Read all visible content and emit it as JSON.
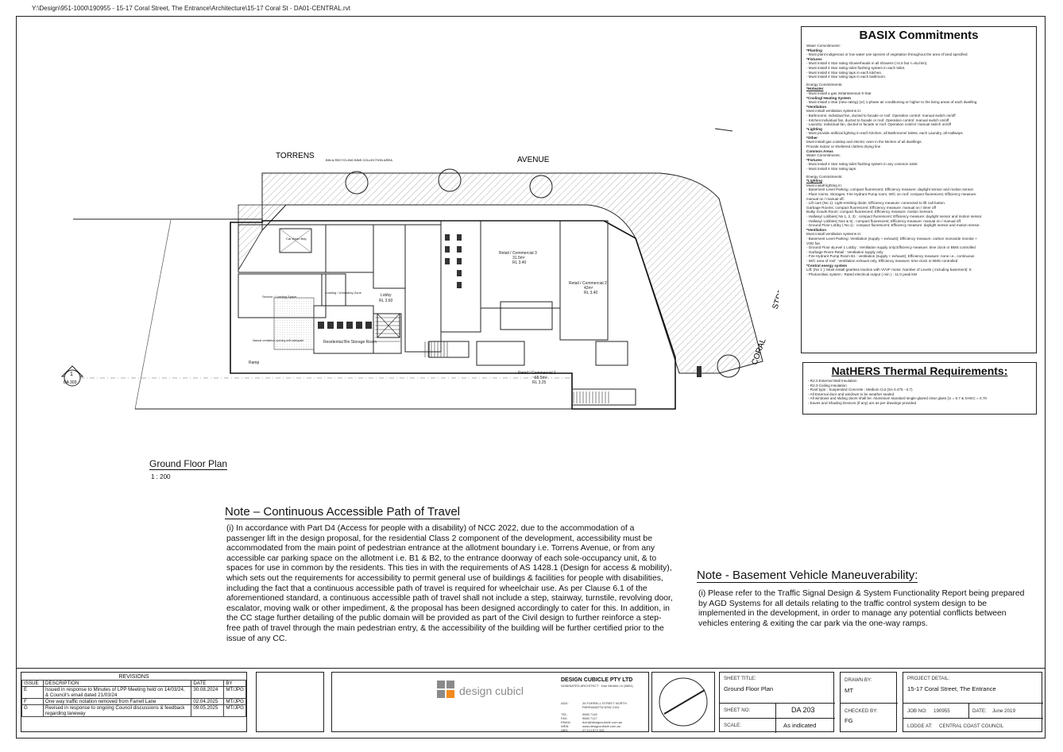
{
  "file_path": "Y:\\Design\\951-1000\\190955 - 15-17 Coral Street, The Entrance\\Architecture\\15-17 Coral St - DA01-CENTRAL.rvt",
  "plan": {
    "street_torrens": "TORRENS",
    "street_avenue": "AVENUE",
    "street_street": "STREET",
    "street_coral": "CORAL",
    "bin_area": "BIN & RECYCLING BINS COLLECTION AREA",
    "section_marker_num": "1",
    "section_marker_ref": "DA 303",
    "rooms": {
      "retail3": "Retail / Commercial 3",
      "retail3_area": "31.5m²",
      "retail3_rl": "RL 3.40",
      "retail2": "Retail / Commercial 2",
      "retail2_area": "42m²",
      "retail2_rl": "RL 3.40",
      "retail1": "Retail / Commercial 1",
      "retail1_area": "~65.5m²",
      "retail1_rl": "RL 3.25",
      "lobby": "Lobby",
      "lobby_rl": "RL 3.60",
      "storage": "Residential Bin Storage Room",
      "loading": "Loading / Unloading Zone",
      "service": "Service / Loading Space",
      "carwash": "Car Wash Bay",
      "ramp": "Ramp",
      "natural_ventilation": "Natural ventilation opening with adequate"
    }
  },
  "drawing": {
    "title": "Ground Floor Plan",
    "scale": "1 : 200"
  },
  "basix": {
    "title": "BASIX Commitments",
    "lines": [
      {
        "t": "Water Commitments:",
        "s": "n"
      },
      {
        "t": "*Planting",
        "s": "h"
      },
      {
        "t": "- Must plant indigenous or low water use species of vegetation throughout the area of land specified",
        "s": "n"
      },
      {
        "t": "*Fixtures",
        "s": "h"
      },
      {
        "t": "- Must install 4 Star rating showerheads in all showers (>4.5 but <=6L/min).",
        "s": "n"
      },
      {
        "t": "- Must install 4 Star rating toilet flushing system in each toilet.",
        "s": "n"
      },
      {
        "t": "- Must install 4 Star rating taps in each kitchen.",
        "s": "n"
      },
      {
        "t": "- Must install 4 Star rating taps in each bathroom.",
        "s": "n"
      },
      {
        "t": "Energy Commitments:",
        "s": "g"
      },
      {
        "t": "*Hotwater",
        "s": "h"
      },
      {
        "t": "- Must install a gas instantaneous 6 Star",
        "s": "n"
      },
      {
        "t": "*Cooling/ Heating System",
        "s": "h"
      },
      {
        "t": "- Must install 1-Star (new rating) (or) 1-phase air conditioning or higher to the living areas of each dwelling",
        "s": "n"
      },
      {
        "t": "*Ventilation",
        "s": "h"
      },
      {
        "t": "Must install ventilation systems in:",
        "s": "n"
      },
      {
        "t": "- Bathrooms: individual fan, ducted to facade or roof. Operation control: manual switch on/off",
        "s": "n"
      },
      {
        "t": "- Kitchen:individual fan, ducted to facade or roof. Operation control: manual switch on/off",
        "s": "n"
      },
      {
        "t": "- Laundry: individual fan, ducted to facade or roof. Operation control: manual switch on/off",
        "s": "n"
      },
      {
        "t": "*Lighting",
        "s": "h"
      },
      {
        "t": "- Must provide artificial lighting in each Kitchen, all Bathrooms/ toilets, each Laundry, all Hallways.",
        "s": "n"
      },
      {
        "t": "*Other",
        "s": "h"
      },
      {
        "t": "Must install gas cooktop and electric oven in the kitchen of all dwellings.",
        "s": "n"
      },
      {
        "t": "Provide indoor or sheltered clothes drying line",
        "s": "n"
      },
      {
        "t": "Common Areas",
        "s": "h"
      },
      {
        "t": "Water Commitments:",
        "s": "n"
      },
      {
        "t": "*Fixtures",
        "s": "h"
      },
      {
        "t": "- Must install 4 Star rating toilet flushing system in any common toilet.",
        "s": "n"
      },
      {
        "t": "- Must install 4 Star rating taps.",
        "s": "n"
      },
      {
        "t": "Energy Commitments:",
        "s": "g"
      },
      {
        "t": "*Lighting",
        "s": "h"
      },
      {
        "t": "Must install lighting in:",
        "s": "n"
      },
      {
        "t": "- Basement Level Parking: compact fluorescent; Efficiency measure: daylight sensor and motion sensor.",
        "s": "n"
      },
      {
        "t": "- Plant rooms, Storages, Fire Hydrant Pump room, W/C on roof: compact fluorescent; Efficiency measure:",
        "s": "n"
      },
      {
        "t": "manual on / manual off.",
        "s": "n"
      },
      {
        "t": "- Lift cars (No 1): Light-emitting diode; Efficiency measure: connected to lift call button.",
        "s": "n"
      },
      {
        "t": "Garbage Rooms: compact fluorescent; Efficiency measure: manual on / timer off",
        "s": "n"
      },
      {
        "t": "Bulky Goods Room: compact fluorescent; Efficiency measure: motion Sensors.",
        "s": "n"
      },
      {
        "t": "- Hallway/ Lobbies( No 1, 2, 3) : compact fluorescent; Efficiency measure: daylight sensor and motion sensor.",
        "s": "n"
      },
      {
        "t": "- Hallway/ Lobbies( No4 & 5) : compact fluorescent; Efficiency measure: manual on / manual off.",
        "s": "n"
      },
      {
        "t": "- Ground Floor Lobby ( No.1) : compact fluorescent; Efficiency measure: daylight sensor and motion sensor.",
        "s": "n"
      },
      {
        "t": "*Ventilation",
        "s": "h"
      },
      {
        "t": "Must install ventilation systems in:",
        "s": "n"
      },
      {
        "t": "- Basement Level Parking: Ventilation (supply + exhaust); Efficiency measure: carbon monoxide monitor +",
        "s": "n"
      },
      {
        "t": "VSD fan",
        "s": "n"
      },
      {
        "t": "- Ground Floor &Level 1 Lobby : Ventilation supply only;Efficiency measure: time clock or BMS controlled",
        "s": "n"
      },
      {
        "t": "- Garbage Room Retail : Ventilation supply only",
        "s": "n"
      },
      {
        "t": "- Fire Hydrant Pump Room B1 : ventilation (supply + exhaust); Efficiency measure: none i.e., continuous",
        "s": "n"
      },
      {
        "t": "- W/C area of roof : Ventilation exhaust only, Efficiency measure: time clock or BMS controlled",
        "s": "n"
      },
      {
        "t": "*Central energy system",
        "s": "h"
      },
      {
        "t": "Lift: (No 1 ): Must install gearless traction with VVVF motor. Number of Levels ( including basement): 8",
        "s": "n"
      },
      {
        "t": "- Photovoltaic system : Rated electrical output ( min ) : 11.0 peak kW",
        "s": "n"
      }
    ]
  },
  "nathers": {
    "title": "NatHERS Thermal Requirements:",
    "lines": [
      "- R2.0 External Wall Insulation",
      "- R2.0 Ceiling Insulation",
      "- Roof type : Suspended Concrete ; Medium Cut (SA 0.475 - 0.7)",
      "- All External door and windows to be weather sealed.",
      "- All windows and sliding doors shall be: Aluminium standard single-glazed clear glass (U = 6.7 & SHGC = 0.70",
      "- Eaves and Shading Devices (if any) are as per drawings provided"
    ]
  },
  "note1": {
    "title": "Note – Continuous Accessible Path of Travel",
    "body": "(i) In accordance with Part D4 (Access for people with a disability) of NCC 2022, due to the accommodation of a passenger lift in the design proposal, for the residential Class 2 component of the development, accessibility must be accommodated from the main point of pedestrian entrance at the allotment boundary i.e. Torrens Avenue, or from any accessible car parking space on the allotment i.e. B1 & B2, to the entrance doorway of each sole-occupancy unit, & to spaces for use in common by the residents. This ties in with the requirements of AS 1428.1 (Design for access & mobility), which sets out the  requirements for accessibility to permit general use of buildings & facilities for people with disabilities, including the fact that a continuous accessible path of travel is required for wheelchair use. As per Clause 6.1 of the aforementioned standard, a continuous accessible path of travel shall not include a step, stairway, turnstile, revolving door, escalator, moving walk or other impediment, & the proposal has been designed accordingly to cater for this. In addition, in the CC stage further detailing of the public domain will be provided as part of the Civil design to further reinforce a step-free path of travel through the main pedestrian entry, & the accessibility of the building will be further certified prior to the issue of any CC."
  },
  "note2": {
    "title": "Note - Basement Vehicle Maneuverability:",
    "body": "(i) Please refer to the Traffic Signal Design & System Functionality Report being prepared by AGD Systems for all details relating to the traffic control system design to be implemented in the development, in order to manage any potential conflicts between vehicles entering & exiting the car park via the one-way ramps."
  },
  "revisions": {
    "title": "REVISIONS",
    "headers": [
      "ISSUE",
      "DESCRIPTION",
      "DATE",
      "BY"
    ],
    "rows": [
      {
        "issue": "E",
        "desc": "Issued in response to Minutes of LPP Meeting held on 14/03/24, & Council's email dated 21/03/24",
        "date": "30.08.2024",
        "by": "MT/JPG"
      },
      {
        "issue": "F",
        "desc": "One way traffic notation removed from Farrell Lane",
        "date": "02.04.2025",
        "by": "MT/JPG"
      },
      {
        "issue": "G",
        "desc": "Revised in response to ongoing Council discussions & feedback regarding laneway",
        "date": "09.05.2025",
        "by": "MT/JPG"
      }
    ]
  },
  "company": {
    "logo_text": "design cubicle",
    "name": "DESIGN CUBICLE PTY LTD",
    "architect": "NOMINATED ARCHITECT : Dan Menthe Le (8804)",
    "address_label": "ADD:",
    "address": "34 FURRELL STREET NORTH PARRAMATTA NSW 2151",
    "tel_label": "TEL:",
    "tel": "9683 7118",
    "fax_label": "FAX:",
    "fax": "9683 7117",
    "email_label": "EMAIL:",
    "email": "dcm@designcubicle.com.au",
    "web_label": "WEB:",
    "web": "www.designcubicle.com.au",
    "abn_label": "ABN:",
    "abn": "47 114 874 328"
  },
  "title_block": {
    "sheet_title_label": "SHEET TITLE:",
    "sheet_title": "Ground Floor Plan",
    "sheet_no_label": "SHEET NO:",
    "sheet_no": "DA 203",
    "scale_label": "SCALE:",
    "scale": "As indicated",
    "drawn_by_label": "DRAWN BY:",
    "drawn_by": "MT",
    "checked_by_label": "CHECKED BY:",
    "checked_by": "FG",
    "project_label": "PROJECT DETAIL:",
    "project": "15-17 Coral Street, The Entrance",
    "job_no_label": "JOB NO:",
    "job_no": "190955",
    "date_label": "DATE:",
    "date": "June 2019",
    "lodge_label": "LODGE AT:",
    "lodge": "CENTRAL COAST COUNCIL"
  },
  "colors": {
    "line": "#222222",
    "hatch": "#999999",
    "logo_orange": "#f28a1e",
    "logo_grey": "#8a8a8a"
  }
}
